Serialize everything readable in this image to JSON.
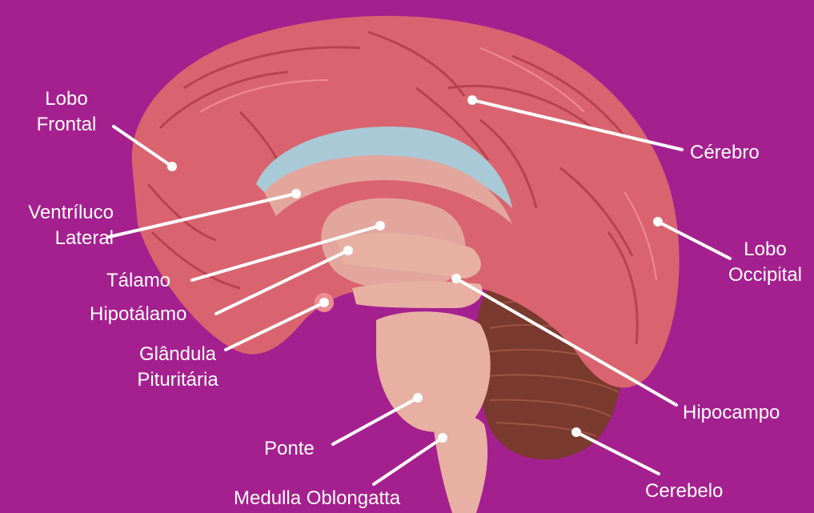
{
  "colors": {
    "background": "#a5208f",
    "cortex": "#d9646f",
    "cortex_dark": "#b8434f",
    "cortex_light": "#ee8c92",
    "inner": "#e3a69d",
    "ventricle": "#a9c9d6",
    "cerebellum": "#7a3a2e",
    "cerebellum_light": "#9c5444",
    "brainstem": "#e7b0a3",
    "pointer_line": "#ffffff"
  },
  "labels": {
    "lobo_frontal": [
      "Lobo",
      "Frontal"
    ],
    "cerebro": "Cérebro",
    "ventriculo_lateral": [
      "Ventríluco",
      "Lateral"
    ],
    "lobo_occipital": [
      "Lobo",
      "Occipital"
    ],
    "talamo": "Tálamo",
    "hipotalamo": "Hipotálamo",
    "glandula_pituitaria": [
      "Glândula",
      "Pituritária"
    ],
    "hipocampo": "Hipocampo",
    "ponte": "Ponte",
    "cerebelo": "Cerebelo",
    "medulla": "Medulla Oblongatta"
  }
}
